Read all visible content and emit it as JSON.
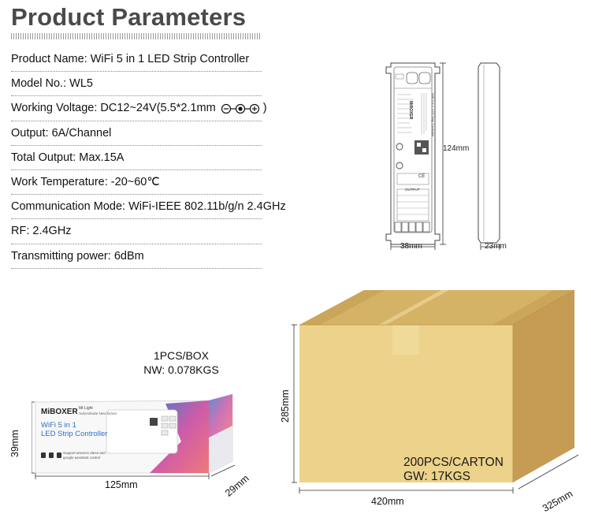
{
  "header": {
    "title": "Product Parameters"
  },
  "params": [
    {
      "label": "Product Name:",
      "value": "WiFi 5 in 1 LED Strip Controller"
    },
    {
      "label": "Model No.:",
      "value": "WL5"
    },
    {
      "label": "Working Voltage:",
      "value": "DC12~24V(5.5*2.1mm",
      "suffix": ")",
      "icon": "dc-polarity-icon"
    },
    {
      "label": "Output:",
      "value": "6A/Channel"
    },
    {
      "label": "Total Output:",
      "value": "Max.15A"
    },
    {
      "label": "Work Temperature:",
      "value": "-20~60℃"
    },
    {
      "label": "Communication Mode:",
      "value": "WiFi-IEEE 802.11b/g/n 2.4GHz"
    },
    {
      "label": "RF:",
      "value": "2.4GHz"
    },
    {
      "label": "Transmitting power:",
      "value": "6dBm"
    }
  ],
  "device": {
    "height": "124mm",
    "width": "38mm",
    "depth": "23mm",
    "brand": "MiBOXER",
    "model_text": "WiFi 5 in 1 LED Strip Controller",
    "output_label": "OUTPUT",
    "ce_mark": "CE"
  },
  "package": {
    "qty": "1PCS/BOX",
    "nw": "NW: 0.078KGS",
    "brand": "MiBOXER",
    "brand_sub": "Mi-Light",
    "brand_sub2": "Subordinate New Brand",
    "title_line1": "WiFi 5 in 1",
    "title_line2": "LED Strip Controller",
    "support_line1": "Support amazon alexa and",
    "support_line2": "google assistant control",
    "length": "125mm",
    "height": "39mm",
    "depth": "29mm"
  },
  "carton": {
    "pcs": "200PCS/CARTON",
    "gw": "GW: 17KGS",
    "width": "420mm",
    "height": "285mm",
    "depth": "325mm"
  },
  "colors": {
    "title": "#4a4a4a",
    "carton_front": "#ecd28a",
    "carton_top": "#d4b266",
    "carton_side": "#c69c55",
    "carton_tape": "#f0dc9c",
    "package_accent": "#e0467a",
    "package_blue": "#2f6fc8"
  }
}
